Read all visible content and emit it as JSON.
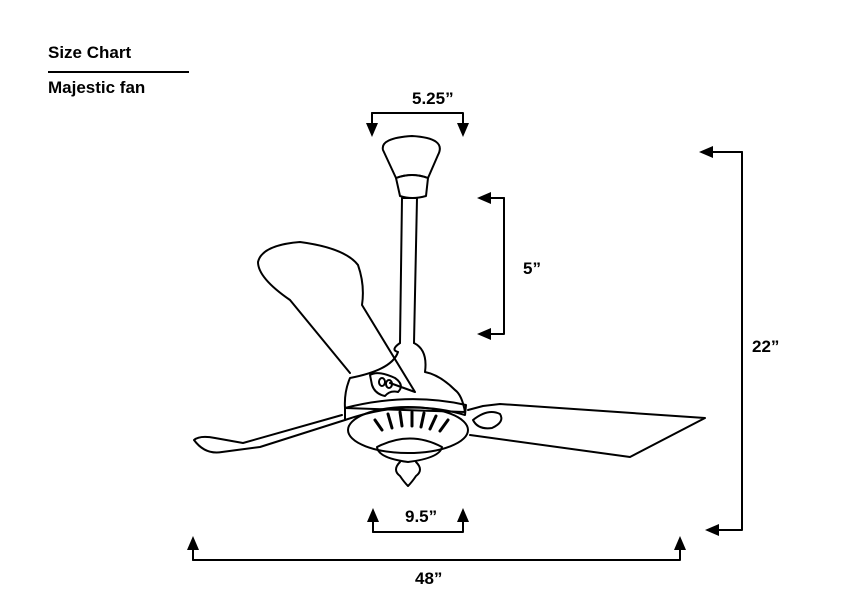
{
  "header": {
    "title": "Size Chart",
    "subtitle": "Majestic fan"
  },
  "dimensions": {
    "canopy_width": "5.25”",
    "downrod_length": "5”",
    "overall_height": "22”",
    "light_kit_width": "9.5”",
    "blade_span": "48”"
  },
  "colors": {
    "line": "#000000",
    "background": "#ffffff"
  }
}
